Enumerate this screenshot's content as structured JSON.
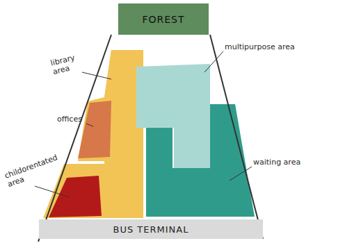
{
  "diagram": {
    "nodes": [
      {
        "text": [
          "FOREST"
        ]
      },
      {
        "text": [
          "BUS TERMINAL"
        ]
      }
    ],
    "labels": [
      "library area",
      "offices",
      "childorentated area",
      "multipurpose area",
      "waiting area"
    ]
  }
}
